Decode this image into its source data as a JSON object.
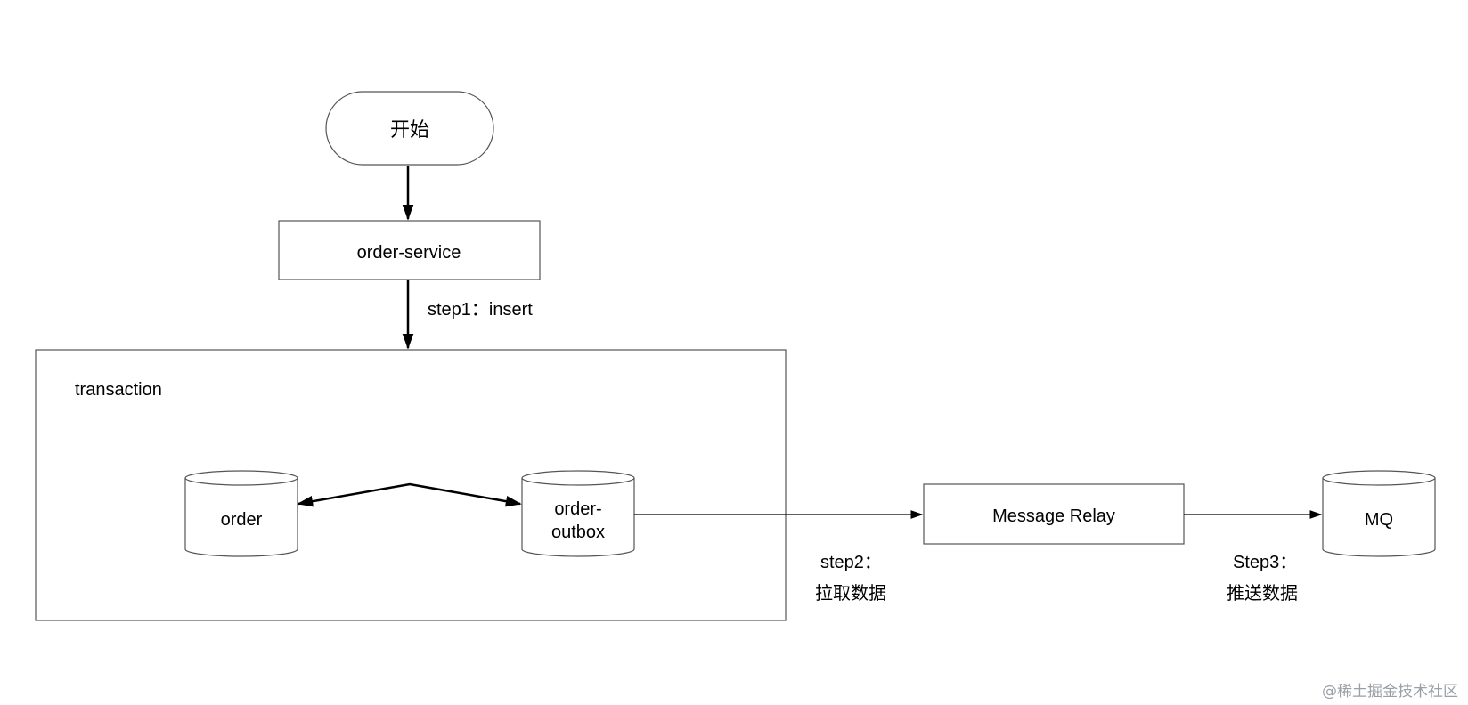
{
  "nodes": {
    "start": "开始",
    "order_service": "order-service",
    "transaction_label": "transaction",
    "order_db": "order",
    "outbox_db_line1": "order-",
    "outbox_db_line2": "outbox",
    "message_relay": "Message Relay",
    "mq": "MQ"
  },
  "edges": {
    "step1": "step1：insert",
    "step2_line1": "step2：",
    "step2_line2": "拉取数据",
    "step3_line1": "Step3：",
    "step3_line2": "推送数据"
  },
  "watermark": "@稀土掘金技术社区",
  "colors": {
    "stroke": "#555555",
    "edge": "#000000",
    "fill": "#ffffff",
    "watermark": "#9aa0a6"
  }
}
